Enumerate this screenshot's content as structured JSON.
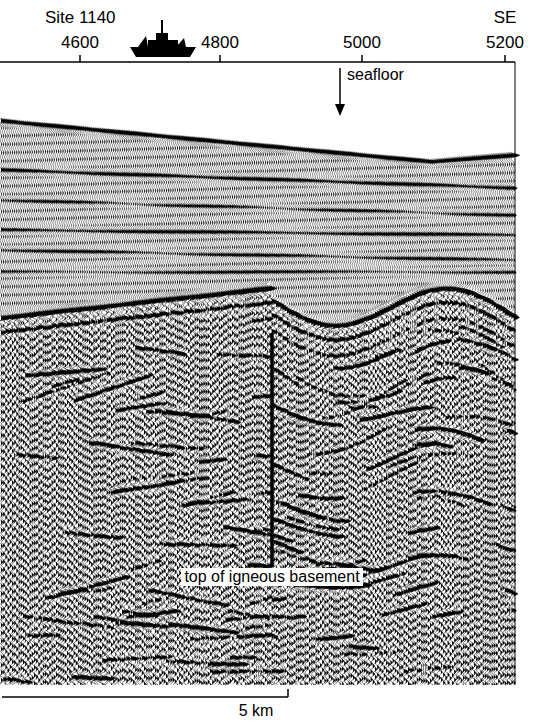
{
  "diagram": {
    "labels": [
      "Site 1140",
      "SE",
      "4600",
      "4800",
      "5000",
      "5200",
      "seafloor",
      "top of igneous basement",
      "5 km"
    ]
  }
}
